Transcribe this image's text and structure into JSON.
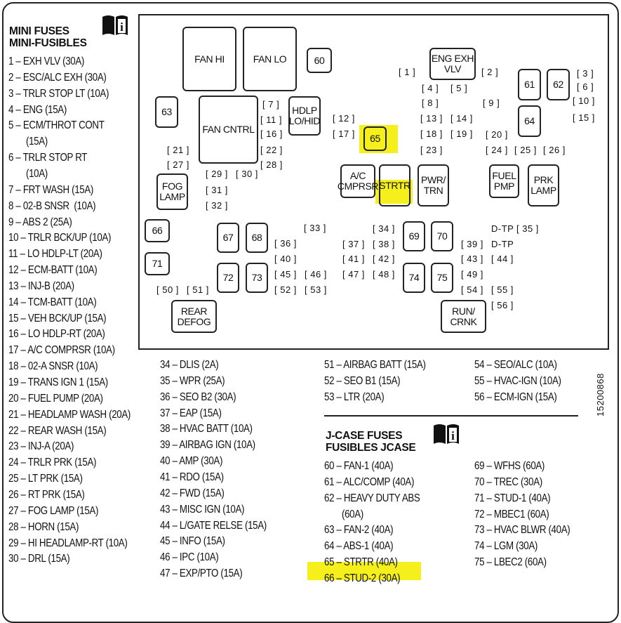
{
  "mini_title": "MINI FUSES",
  "mini_title_fr": "MINI-FUSIBLES",
  "jcase_title": "J-CASE FUSES",
  "jcase_title_fr": "FUSIBLES JCASE",
  "part_number": "15200868",
  "col1": [
    "1 – EXH VLV (30A)",
    "2 – ESC/ALC EXH (30A)",
    "3 – TRLR STOP LT (10A)",
    "4 – ENG (15A)",
    "5 – ECM/THROT CONT",
    "(15A)",
    "6 – TRLR STOP RT",
    "(10A)",
    "7 – FRT WASH (15A)",
    "8 – 02-B SNSR  (10A)",
    "9 – ABS 2 (25A)",
    "10 – TRLR BCK/UP (10A)",
    "11 – LO HDLP-LT (20A)",
    "12 – ECM-BATT (10A)",
    "13 – INJ-B (20A)",
    "14 – TCM-BATT (10A)",
    "15 – VEH BCK/UP (15A)",
    "16 – LO HDLP-RT (20A)",
    "17 – A/C COMPRSR (10A)",
    "18 – 02-A SNSR (10A)",
    "19 – TRANS IGN 1 (15A)",
    "20 – FUEL PUMP (20A)",
    "21 – HEADLAMP WASH (20A)",
    "22 – REAR WASH (15A)",
    "23 – INJ-A (20A)",
    "24 – TRLR PRK (15A)",
    "25 – LT PRK (15A)",
    "26 – RT PRK (15A)",
    "27 – FOG LAMP (15A)",
    "28 – HORN (15A)",
    "29 – HI HEADLAMP-RT (10A)",
    "30 – DRL (15A)"
  ],
  "col2": [
    "34 – DLIS (2A)",
    "35 – WPR (25A)",
    "36 – SEO B2 (30A)",
    "37 – EAP (15A)",
    "38 – HVAC BATT (10A)",
    "39 – AIRBAG IGN (10A)",
    "40 – AMP (30A)",
    "41 – RDO (15A)",
    "42 – FWD (15A)",
    "43 – MISC IGN (10A)",
    "44 – L/GATE RELSE (15A)",
    "45 – INFO (15A)",
    "46 – IPC (10A)",
    "47 – EXP/PTO (15A)"
  ],
  "col3": [
    "51 – AIRBAG BATT (15A)",
    "52 – SEO B1 (15A)",
    "53 – LTR (20A)"
  ],
  "col4": [
    "54 – SEO/ALC (10A)",
    "55 – HVAC-IGN (10A)",
    "56 – ECM-IGN (15A)"
  ],
  "col5": [
    "60 – FAN-1 (40A)",
    "61 – ALC/COMP (40A)",
    "62 – HEAVY DUTY ABS",
    "(60A)",
    "63 – FAN-2 (40A)",
    "64 – ABS-1 (40A)",
    "65 – STRTR (40A)",
    "66 – STUD-2 (30A)"
  ],
  "col6": [
    "69 – WFHS (60A)",
    "70 – TREC (30A)",
    "71 – STUD-1 (40A)",
    "72 – MBEC1 (60A)",
    "73 – HVAC BLWR (40A)",
    "74 – LGM (30A)",
    "75 – LBEC2 (60A)"
  ],
  "boxes": {
    "fanhi": "FAN HI",
    "fanlo": "FAN LO",
    "b60": "60",
    "engexh": "ENG EXH\nVLV",
    "b61": "61",
    "b62": "62",
    "b63": "63",
    "fancntrl": "FAN CNTRL",
    "hdlp": "HDLP\nLO/HID",
    "b65": "65",
    "b64": "64",
    "fog": "FOG\nLAMP",
    "ac": "A/C\nCMPRSR",
    "strtr": "STRTR",
    "pwr": "PWR/\nTRN",
    "fuel": "FUEL\nPMP",
    "prk": "PRK\nLAMP",
    "b66": "66",
    "b67": "67",
    "b68": "68",
    "b69": "69",
    "b70": "70",
    "b71": "71",
    "b72": "72",
    "b73": "73",
    "b74": "74",
    "b75": "75",
    "rear": "REAR\nDEFOG",
    "run": "RUN/\nCRNK"
  },
  "minis": {
    "m1": "[ 1 ]",
    "m2": "[ 2 ]",
    "m3": "[ 3 ]",
    "m4": "[ 4 ]",
    "m5": "[ 5 ]",
    "m6": "[ 6 ]",
    "m7": "[ 7 ]",
    "m8": "[ 8 ]",
    "m9": "[ 9 ]",
    "m10": "[ 10 ]",
    "m11": "[ 11 ]",
    "m12": "[ 12 ]",
    "m13": "[ 13 ]",
    "m14": "[ 14 ]",
    "m15": "[ 15 ]",
    "m16": "[ 16 ]",
    "m17": "[ 17 ]",
    "m18": "[ 18 ]",
    "m19": "[ 19 ]",
    "m20": "[ 20 ]",
    "m21": "[ 21 ]",
    "m22": "[ 22 ]",
    "m23": "[ 23 ]",
    "m24": "[ 24 ]",
    "m25": "[ 25 ]",
    "m26": "[ 26 ]",
    "m27": "[ 27 ]",
    "m28": "[ 28 ]",
    "m29": "[ 29 ]",
    "m30": "[ 30 ]",
    "m31": "[ 31 ]",
    "m32": "[ 32 ]",
    "m33": "[ 33 ]",
    "m34": "[ 34 ]",
    "m35": "[ 35 ]",
    "m36": "[ 36 ]",
    "m37": "[ 37 ]",
    "m38": "[ 38 ]",
    "m39": "[ 39 ]",
    "m40": "[ 40 ]",
    "m41": "[ 41 ]",
    "m42": "[ 42 ]",
    "m43": "[ 43 ]",
    "m44": "[ 44 ]",
    "m45": "[ 45 ]",
    "m46": "[ 46 ]",
    "m47": "[ 47 ]",
    "m48": "[ 48 ]",
    "m49": "[ 49 ]",
    "m50": "[ 50 ]",
    "m51": "[ 51 ]",
    "m52": "[ 52 ]",
    "m53": "[ 53 ]",
    "m54": "[ 54 ]",
    "m55": "[ 55 ]",
    "m56": "[ 56 ]",
    "dtp1": "D-TP",
    "dtp2": "D-TP"
  },
  "highlight_color": "#f5f01c"
}
